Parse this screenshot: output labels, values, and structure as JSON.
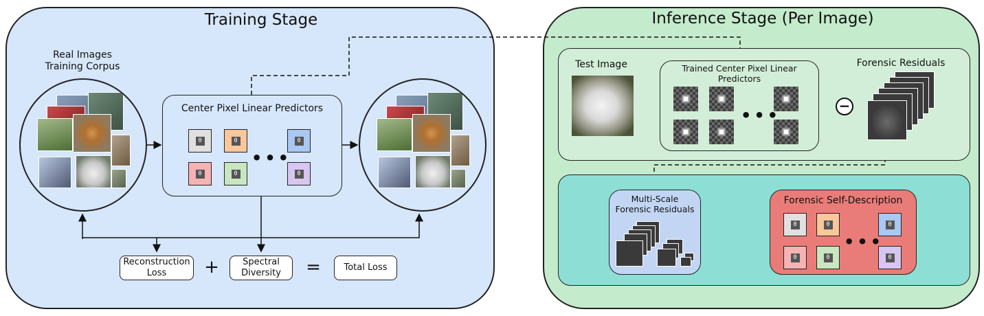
{
  "training": {
    "title": "Training Stage",
    "real_images_label": "Real Images\nTraining Corpus",
    "predictors_title": "Center Pixel Linear Predictors",
    "filter_value": "0",
    "losses": {
      "reconstruction": "Reconstruction\nLoss",
      "plus": "+",
      "spectral": "Spectral\nDiversity",
      "equals": "=",
      "total": "Total Loss"
    }
  },
  "inference": {
    "title": "Inference Stage (Per Image)",
    "test_image_label": "Test Image",
    "trained_predictors_title": "Trained Center Pixel Linear\nPredictors",
    "subtract_symbol": "−",
    "forensic_residuals_label": "Forensic Residuals",
    "multiscale_label": "Multi-Scale\nForensic Residuals",
    "self_description_title": "Forensic Self-Description",
    "filter_value": "0"
  },
  "colors": {
    "training_bg": "#d6e6fb",
    "inference_bg": "#c4ebcc",
    "inference_inner_bg": "#8ddfd5",
    "self_description_bg": "#e97c78",
    "filter_colors": [
      "#e0e0e0",
      "#f9c79a",
      "#a9c8f2",
      "#f6b3b3",
      "#c8e6c0",
      "#d8c6f2"
    ]
  }
}
